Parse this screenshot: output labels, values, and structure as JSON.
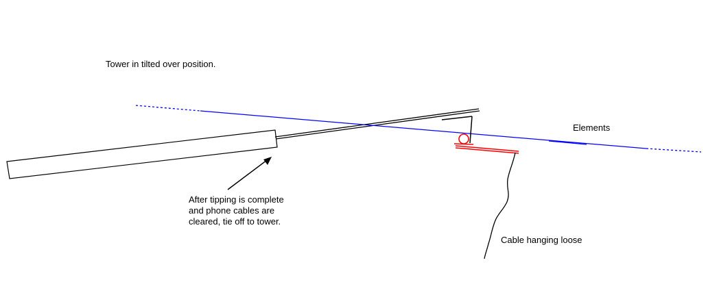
{
  "labels": {
    "title": "Tower in tilted over position.",
    "elements": "Elements",
    "note": [
      "After tipping is complete",
      "and phone cables are",
      "cleared, tie off to tower."
    ],
    "cable": "Cable hanging loose"
  },
  "colors": {
    "line": "#000000",
    "boom": "#0000ff",
    "clamp": "#ff0000",
    "background": "#ffffff"
  }
}
